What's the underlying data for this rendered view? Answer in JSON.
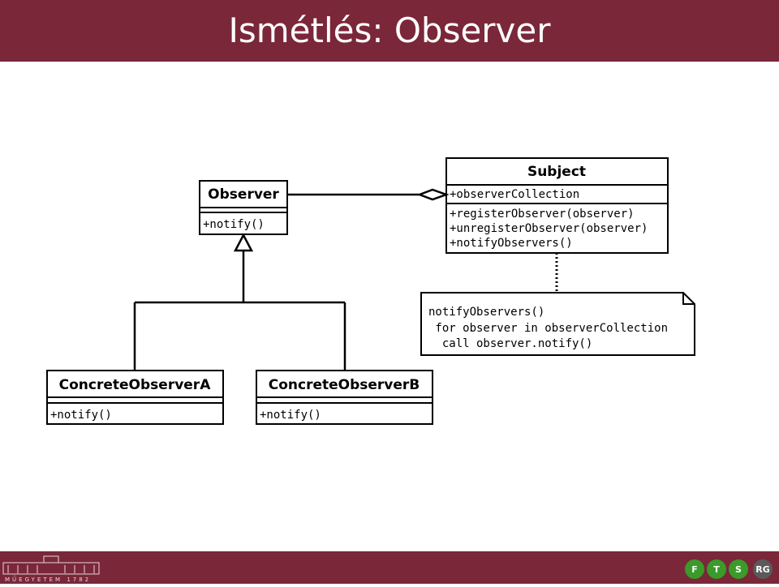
{
  "slide": {
    "title": "Ismétlés: Observer"
  },
  "diagram": {
    "observer": {
      "name": "Observer",
      "methods": [
        "+notify()"
      ]
    },
    "subject": {
      "name": "Subject",
      "attributes": [
        "+observerCollection"
      ],
      "methods": [
        "+registerObserver(observer)",
        "+unregisterObserver(observer)",
        "+notifyObservers()"
      ]
    },
    "concrete_a": {
      "name": "ConcreteObserverA",
      "methods": [
        "+notify()"
      ]
    },
    "concrete_b": {
      "name": "ConcreteObserverB",
      "methods": [
        "+notify()"
      ]
    },
    "note": {
      "lines": [
        "notifyObservers()",
        " for observer in observerCollection",
        "  call observer.notify()"
      ]
    }
  },
  "footer": {
    "logo_text": "MŰEGYETEM 1782",
    "badges": [
      "F",
      "T",
      "S",
      "RG"
    ]
  },
  "colors": {
    "brand": "#7a2739",
    "badge_green": "#3a9a2a"
  }
}
